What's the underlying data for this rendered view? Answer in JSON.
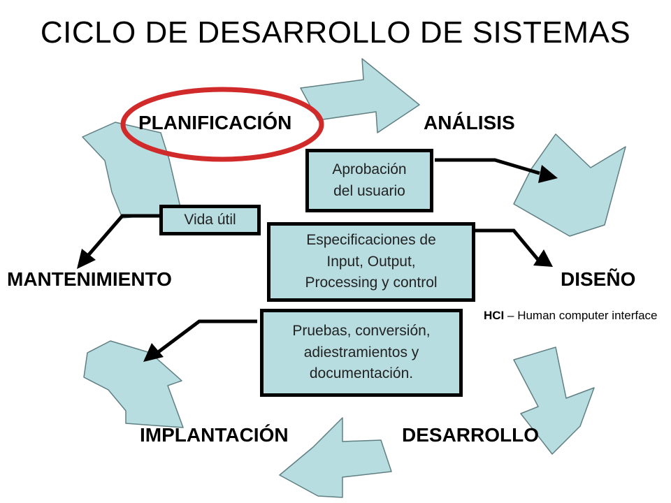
{
  "title": "CICLO DE DESARROLLO DE SISTEMAS",
  "stages": {
    "planificacion": "PLANIFICACIÓN",
    "analisis": "ANÁLISIS",
    "diseno": "DISEÑO",
    "desarrollo": "DESARROLLO",
    "implantacion": "IMPLANTACIÓN",
    "mantenimiento": "MANTENIMIENTO"
  },
  "boxes": {
    "aprobacion": {
      "line1": "Aprobación",
      "line2": "del usuario"
    },
    "vida_util": "Vida útil",
    "especificaciones": {
      "line1": "Especificaciones de",
      "line2": "Input, Output,",
      "line3": "Processing y control"
    },
    "pruebas": {
      "line1": "Pruebas, conversión,",
      "line2": "adiestramientos y",
      "line3": "documentación."
    }
  },
  "note": {
    "hci_abbr": "HCI",
    "hci_text": "– Human computer interface"
  },
  "colors": {
    "arrow_fill": "#b8dde1",
    "arrow_stroke": "#5f7f82",
    "highlight_ellipse": "#d12a2a",
    "connector": "#000000"
  }
}
